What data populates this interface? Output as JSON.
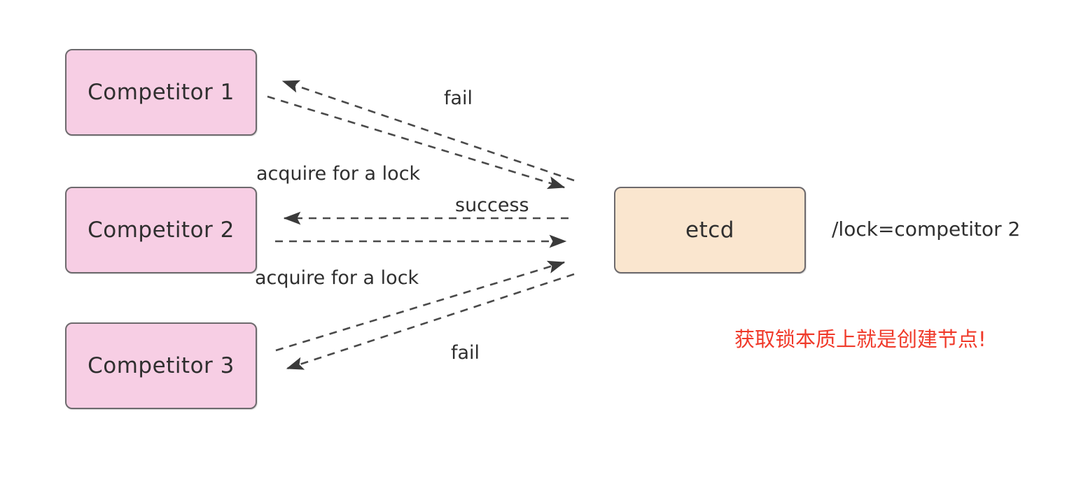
{
  "diagram": {
    "title": "etcd distributed lock acquisition",
    "background_color": "#ffffff",
    "nodes": {
      "competitor_1": {
        "label": "Competitor 1",
        "fill": "#f7cee4",
        "stroke": "#6d6a6d"
      },
      "competitor_2": {
        "label": "Competitor 2",
        "fill": "#f7cee4",
        "stroke": "#6d6a6d"
      },
      "competitor_3": {
        "label": "Competitor 3",
        "fill": "#f7cee4",
        "stroke": "#6d6a6d"
      },
      "etcd": {
        "label": "etcd",
        "fill": "#fae6cf",
        "stroke": "#6d6a6d"
      }
    },
    "edges": [
      {
        "id": "c1-request",
        "from": "competitor_1",
        "to": "etcd",
        "label": "acquire for a lock",
        "style": "dashed",
        "direction": "to-etcd"
      },
      {
        "id": "c1-response",
        "from": "etcd",
        "to": "competitor_1",
        "label": "fail",
        "style": "dashed",
        "direction": "to-competitor"
      },
      {
        "id": "c2-request",
        "from": "competitor_2",
        "to": "etcd",
        "label": "",
        "style": "dashed",
        "direction": "to-etcd"
      },
      {
        "id": "c2-response",
        "from": "etcd",
        "to": "competitor_2",
        "label": "success",
        "style": "dashed",
        "direction": "to-competitor"
      },
      {
        "id": "c3-request",
        "from": "competitor_3",
        "to": "etcd",
        "label": "acquire for a lock",
        "style": "dashed",
        "direction": "to-etcd"
      },
      {
        "id": "c3-response",
        "from": "etcd",
        "to": "competitor_3",
        "label": "fail",
        "style": "dashed",
        "direction": "to-competitor"
      }
    ],
    "labels": {
      "fail_top": "fail",
      "acquire_top": "acquire for a lock",
      "success": "success",
      "acquire_bottom": "acquire for a lock",
      "fail_bottom": "fail",
      "lock_value": "/lock=competitor 2",
      "note_cn": "获取锁本质上就是创建节点!"
    },
    "colors": {
      "competitor_fill": "#f7cee4",
      "etcd_fill": "#fae6cf",
      "node_stroke": "#6d6a6d",
      "edge_stroke": "#4a4a4a",
      "text": "#2f2f2f",
      "note_red": "#f03a2a"
    }
  }
}
